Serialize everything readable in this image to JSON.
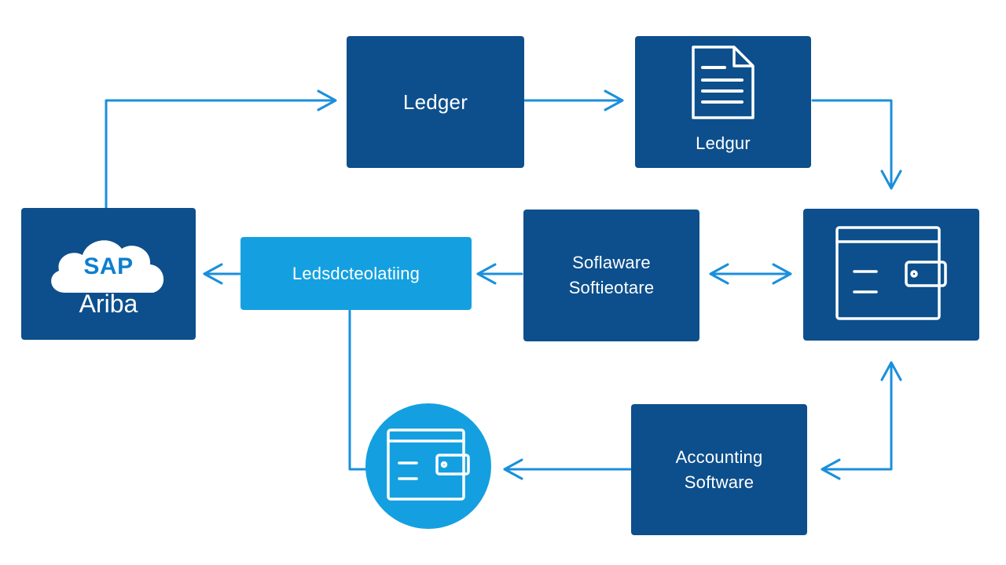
{
  "diagram": {
    "nodes": {
      "ariba": {
        "logo_text": "SAP",
        "label": "Ariba",
        "icon": "cloud-icon"
      },
      "ledger_top": {
        "label": "Ledger"
      },
      "ledger_doc": {
        "label": "Ledgur",
        "icon": "document-icon"
      },
      "wallet_box": {
        "icon": "wallet-icon"
      },
      "middle_light": {
        "label": "Ledsdcteolatiing"
      },
      "software_mid": {
        "line1": "Soflaware",
        "line2": "Softieotare"
      },
      "accounting": {
        "line1": "Accounting",
        "line2": "Software"
      },
      "wallet_circle": {
        "icon": "wallet-icon"
      }
    },
    "edges": [
      {
        "from": "ariba",
        "to": "ledger_top",
        "style": "single-arrow"
      },
      {
        "from": "ledger_top",
        "to": "ledger_doc",
        "style": "single-arrow"
      },
      {
        "from": "ledger_doc",
        "to": "wallet_box",
        "style": "single-arrow"
      },
      {
        "from": "software_mid",
        "to": "wallet_box",
        "style": "double-arrow"
      },
      {
        "from": "software_mid",
        "to": "middle_light",
        "style": "single-arrow"
      },
      {
        "from": "middle_light",
        "to": "ariba",
        "style": "single-arrow"
      },
      {
        "from": "middle_light",
        "to": "wallet_circle",
        "style": "line"
      },
      {
        "from": "accounting",
        "to": "wallet_circle",
        "style": "single-arrow"
      },
      {
        "from": "accounting",
        "to": "wallet_box",
        "style": "double-arrow"
      }
    ],
    "colors": {
      "node_dark": "#0d4f8c",
      "node_light": "#14a0e0",
      "arrow": "#1a8fdc"
    }
  }
}
